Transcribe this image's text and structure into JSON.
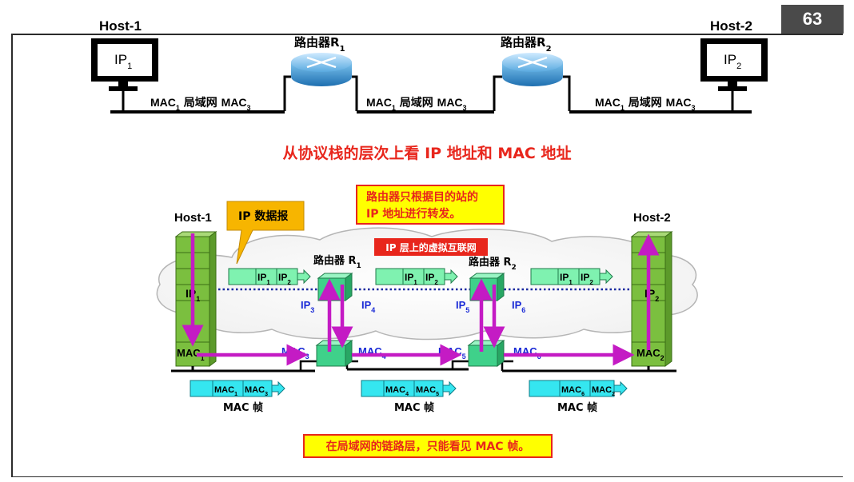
{
  "page_number": "63",
  "top_network": {
    "host1_label": "Host-1",
    "host2_label": "Host-2",
    "host1_ip_main": "IP",
    "host1_ip_sub": "1",
    "host2_ip_main": "IP",
    "host2_ip_sub": "2",
    "router1_label_main": "路由器R",
    "router1_label_sub": "1",
    "router2_label_main": "路由器R",
    "router2_label_sub": "2",
    "lan_labels": [
      {
        "mac_a": "MAC",
        "mac_a_sub": "1",
        "lan": " 局域网 ",
        "mac_b": "MAC",
        "mac_b_sub": "3"
      },
      {
        "mac_a": "MAC",
        "mac_a_sub": "1",
        "lan": " 局域网 ",
        "mac_b": "MAC",
        "mac_b_sub": "3"
      },
      {
        "mac_a": "MAC",
        "mac_a_sub": "1",
        "lan": " 局域网 ",
        "mac_b": "MAC",
        "mac_b_sub": "3"
      }
    ]
  },
  "heading": "从协议栈的层次上看 IP 地址和 MAC 地址",
  "diagram": {
    "host1_label": "Host-1",
    "host2_label": "Host-2",
    "callout_datagram": "IP 数据报",
    "callout_routers_line1": "路由器只根据目的站的",
    "callout_routers_line2": "IP 地址进行转发。",
    "callout_link_layer": "在局域网的链路层，只能看见 MAC 帧。",
    "ip_cloud_badge": "IP 层上的虚拟互联网",
    "router1_label_main": "路由器 R",
    "router1_label_sub": "1",
    "router2_label_main": "路由器 R",
    "router2_label_sub": "2",
    "ip_stack_left_main": "IP",
    "ip_stack_left_sub": "1",
    "ip_stack_right_main": "IP",
    "ip_stack_right_sub": "2",
    "mac_stack_left_main": "MAC",
    "mac_stack_left_sub": "1",
    "mac_stack_right_main": "MAC",
    "mac_stack_right_sub": "2",
    "interfaces": {
      "ip3": {
        "main": "IP",
        "sub": "3"
      },
      "ip4": {
        "main": "IP",
        "sub": "4"
      },
      "ip5": {
        "main": "IP",
        "sub": "5"
      },
      "ip6": {
        "main": "IP",
        "sub": "6"
      },
      "mac3": {
        "main": "MAC",
        "sub": "3"
      },
      "mac4": {
        "main": "MAC",
        "sub": "4"
      },
      "mac5": {
        "main": "MAC",
        "sub": "5"
      },
      "mac6": {
        "main": "MAC",
        "sub": "6"
      }
    },
    "datagrams": [
      {
        "a_main": "IP",
        "a_sub": "1",
        "b_main": "IP",
        "b_sub": "2"
      },
      {
        "a_main": "IP",
        "a_sub": "1",
        "b_main": "IP",
        "b_sub": "2"
      },
      {
        "a_main": "IP",
        "a_sub": "1",
        "b_main": "IP",
        "b_sub": "2"
      }
    ],
    "frames": [
      {
        "a_main": "MAC",
        "a_sub": "1",
        "b_main": "MAC",
        "b_sub": "3",
        "caption": "MAC 帧"
      },
      {
        "a_main": "MAC",
        "a_sub": "4",
        "b_main": "MAC",
        "b_sub": "5",
        "caption": "MAC 帧"
      },
      {
        "a_main": "MAC",
        "a_sub": "6",
        "b_main": "MAC",
        "b_sub": "2",
        "caption": "MAC 帧"
      }
    ]
  },
  "colors": {
    "heading_red": "#e8261c",
    "arrow_magenta": "#c41bc4",
    "stack_green": "#7bbf3f",
    "router_cube_green": "#3fd18a",
    "packet_green": "#7ff2b0",
    "frame_cyan": "#35e6f0",
    "callout_yellow": "#ffff00",
    "callout_orange": "#f7b500",
    "interface_blue": "#1a2ad6",
    "router_blue": "#2f86c9"
  }
}
